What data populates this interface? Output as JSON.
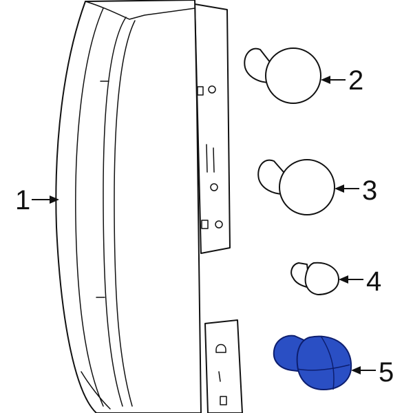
{
  "callouts": [
    {
      "id": "1",
      "label": "1"
    },
    {
      "id": "2",
      "label": "2"
    },
    {
      "id": "3",
      "label": "3"
    },
    {
      "id": "4",
      "label": "4"
    },
    {
      "id": "5",
      "label": "5"
    }
  ],
  "colors": {
    "line": "#111111",
    "background": "#ffffff",
    "highlight_fill": "#2a4fc4",
    "highlight_stroke": "#0d1e6e"
  },
  "highlighted_part": "5"
}
